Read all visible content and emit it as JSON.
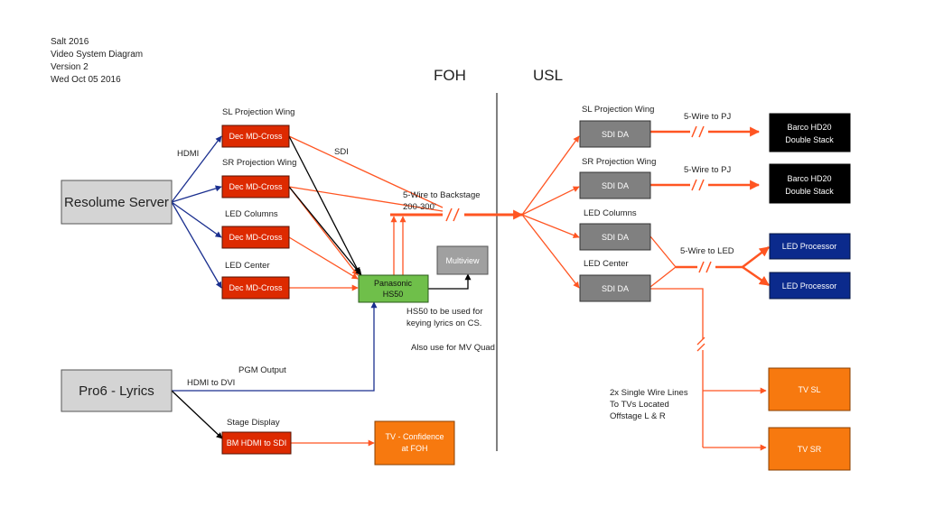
{
  "header": {
    "lines": [
      "Salt 2016",
      "Video System Diagram",
      "Version 2",
      "Wed Oct 05 2016"
    ]
  },
  "zones": {
    "left": "FOH",
    "right": "USL"
  },
  "colors": {
    "signal_orange": "#ff5522",
    "hdmi_blue": "#1a2f8f",
    "dec_red": "#dd2a00",
    "grey_box": "#d4d4d4",
    "sdi_grey": "#808080",
    "switcher_green": "#6fbf4a",
    "black_box": "#000000",
    "led_blue": "#0b2a8c",
    "tv_orange": "#f7790f"
  },
  "boxes": {
    "resolume": "Resolume Server",
    "pro6": "Pro6 - Lyrics",
    "dec1": "Dec MD-Cross",
    "dec2": "Dec MD-Cross",
    "dec3": "Dec MD-Cross",
    "dec4": "Dec MD-Cross",
    "bm": "BM HDMI to SDI",
    "switcher": [
      "Panasonic",
      "HS50"
    ],
    "multiview": "Multiview",
    "tv_conf": [
      "TV - Confidence",
      "at FOH"
    ],
    "sdi1": "SDI DA",
    "sdi2": "SDI DA",
    "sdi3": "SDI DA",
    "sdi4": "SDI DA",
    "barco1": [
      "Barco HD20",
      "Double Stack"
    ],
    "barco2": [
      "Barco HD20",
      "Double Stack"
    ],
    "ledp1": "LED Processor",
    "ledp2": "LED Processor",
    "tvsl": "TV SL",
    "tvsr": "TV SR"
  },
  "labels": {
    "sl_wing_left": "SL Projection Wing",
    "sr_wing_left": "SR Projection Wing",
    "led_columns_left": "LED Columns",
    "led_center_left": "LED Center",
    "hdmi": "HDMI",
    "sdi": "SDI",
    "backstage": [
      "5-Wire to Backstage",
      "200-300'"
    ],
    "hs50_note": [
      "HS50 to be used for",
      "keying lyrics on CS."
    ],
    "mv_note": "Also use for MV Quad",
    "pgm": "PGM Output",
    "hdmi_dvi": "HDMI to DVI",
    "stage_display": "Stage Display",
    "sl_wing_right": "SL Projection Wing",
    "sr_wing_right": "SR Projection Wing",
    "led_columns_right": "LED Columns",
    "led_center_right": "LED Center",
    "pj1": "5-Wire to PJ",
    "pj2": "5-Wire to PJ",
    "to_led": "5-Wire to LED",
    "tv_lines": [
      "2x Single Wire Lines",
      "To TVs Located",
      "Offstage L & R"
    ]
  }
}
